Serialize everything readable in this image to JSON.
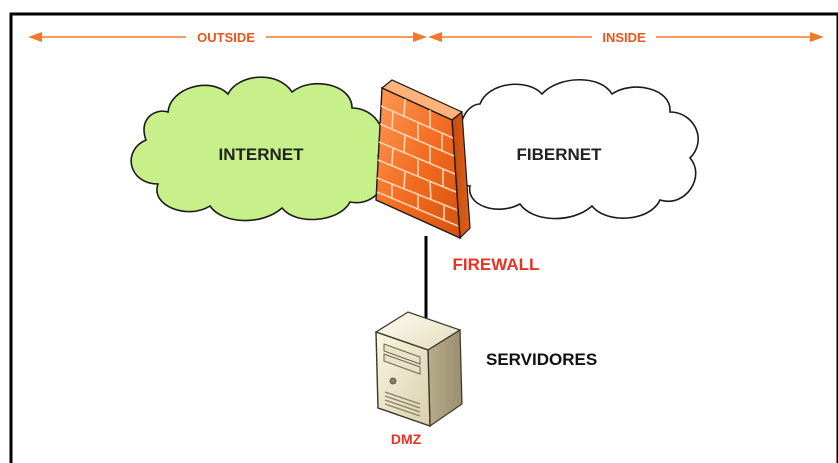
{
  "zones": {
    "outside_label": "OUTSIDE",
    "inside_label": "INSIDE",
    "arrow_color": "#f07a2a"
  },
  "nodes": {
    "internet": {
      "label": "INTERNET",
      "fill": "#c8f08a",
      "icon": "cloud-icon"
    },
    "fibernet": {
      "label": "FIBERNET",
      "fill": "#ffffff",
      "icon": "cloud-icon"
    },
    "firewall": {
      "label": "FIREWALL",
      "fill": "#f26a1f",
      "icon": "brick-wall-icon"
    },
    "servers": {
      "label": "SERVIDORES",
      "icon": "server-tower-icon"
    },
    "dmz": {
      "label": "DMZ"
    }
  },
  "colors": {
    "label_red": "#e53424",
    "frame": "#000000"
  }
}
